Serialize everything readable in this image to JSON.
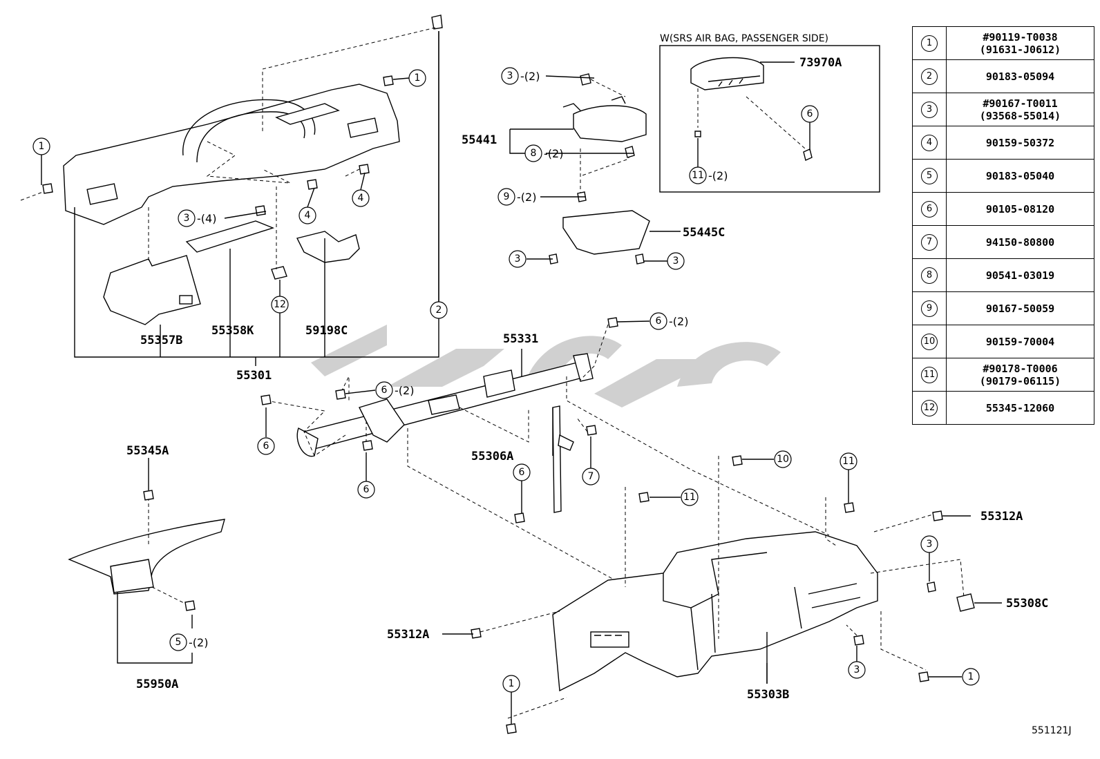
{
  "inset": {
    "title": "W(SRS AIR BAG, PASSENGER SIDE)"
  },
  "drawing_id": "551121J",
  "legend": [
    {
      "num": "1",
      "lines": [
        "#90119-T0038",
        "(91631-J0612)"
      ]
    },
    {
      "num": "2",
      "lines": [
        "90183-05094"
      ]
    },
    {
      "num": "3",
      "lines": [
        "#90167-T0011",
        "(93568-55014)"
      ]
    },
    {
      "num": "4",
      "lines": [
        "90159-50372"
      ]
    },
    {
      "num": "5",
      "lines": [
        "90183-05040"
      ]
    },
    {
      "num": "6",
      "lines": [
        "90105-08120"
      ]
    },
    {
      "num": "7",
      "lines": [
        "94150-80800"
      ]
    },
    {
      "num": "8",
      "lines": [
        "90541-03019"
      ]
    },
    {
      "num": "9",
      "lines": [
        "90167-50059"
      ]
    },
    {
      "num": "10",
      "lines": [
        "90159-70004"
      ]
    },
    {
      "num": "11",
      "lines": [
        "#90178-T0006",
        "(90179-06115)"
      ]
    },
    {
      "num": "12",
      "lines": [
        "55345-12060"
      ]
    }
  ],
  "part_labels": {
    "p73970A": "73970A",
    "p55441": "55441",
    "p55445C": "55445C",
    "p55357B": "55357B",
    "p55358K": "55358K",
    "p59198C": "59198C",
    "p55301": "55301",
    "p55331": "55331",
    "p55306A": "55306A",
    "p55345A": "55345A",
    "p55950A": "55950A",
    "p55312A_r": "55312A",
    "p55312A_l": "55312A",
    "p55308C": "55308C",
    "p55303B": "55303B"
  },
  "callouts": {
    "c1a": "1",
    "c1b": "1",
    "c3a": "3",
    "c4a": "4",
    "c4b": "4",
    "c12": "12",
    "c2": "2",
    "c3b": "3",
    "c8": "8",
    "c9": "9",
    "c3c": "3",
    "c3d": "3",
    "c6in": "6",
    "c11in": "11",
    "c6a": "6",
    "c6b": "6",
    "c6c": "6",
    "c6d": "6",
    "c6e": "6",
    "c7": "7",
    "c10": "10",
    "c11a": "11",
    "c11b": "11",
    "c5": "5",
    "c3e": "3",
    "c3f": "3",
    "c1c": "1",
    "c1d": "1"
  },
  "quantities": {
    "q3a": "-(4)",
    "q3b": "-(2)",
    "q8": "-(2)",
    "q9": "-(2)",
    "q11in": "-(2)",
    "q6a": "-(2)",
    "q6b": "-(2)",
    "q5": "-(2)"
  }
}
